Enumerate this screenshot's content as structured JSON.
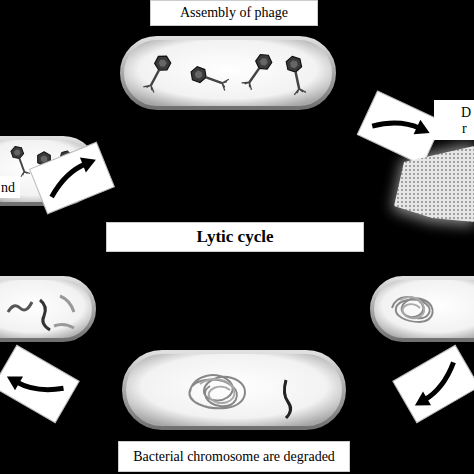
{
  "diagram": {
    "nodes": [
      {
        "text": [
          "Assembly of phage"
        ]
      },
      {
        "text": [
          "Lytic cycle"
        ]
      },
      {
        "text": [
          "Bacterial chromosome are degraded"
        ]
      }
    ],
    "labels": [
      "nd",
      "D",
      "r"
    ]
  }
}
